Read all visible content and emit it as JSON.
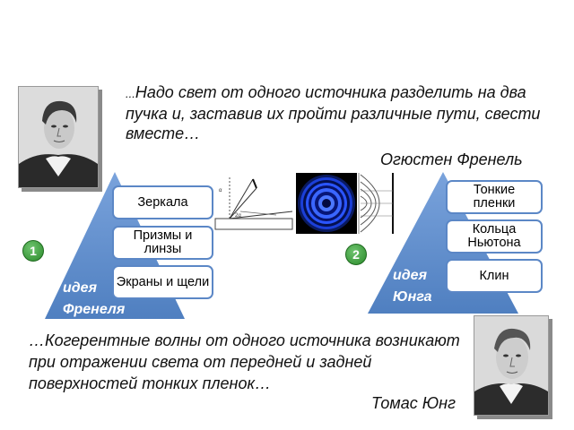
{
  "fresnel": {
    "quote_prefix": "...",
    "quote": "Надо свет от одного источника разделить на два пучка и, заставив их пройти различные пути, свести вместе…",
    "author": "Огюстен Френель",
    "idea_word": "идея",
    "idea_name": "Френеля",
    "badge": "1",
    "methods": [
      "Зеркала",
      "Призмы и линзы",
      "Экраны и щели"
    ]
  },
  "young": {
    "quote": "…Когерентные волны от одного источника возникают при отражении света от передней и задней поверхностей тонких пленок…",
    "author": "Томас Юнг",
    "idea_word": "идея",
    "idea_name": "Юнга",
    "badge": "2",
    "methods": [
      "Тонкие пленки",
      "Кольца Ньютона",
      "Клин"
    ]
  },
  "colors": {
    "triangle": "#5b87c6",
    "box_border": "#5b87c6",
    "badge": "#3aa13a"
  },
  "icons": [
    "fresnel-portrait-icon",
    "young-portrait-icon",
    "mirror-diagram-icon",
    "newton-rings-icon",
    "slit-diffraction-icon"
  ]
}
